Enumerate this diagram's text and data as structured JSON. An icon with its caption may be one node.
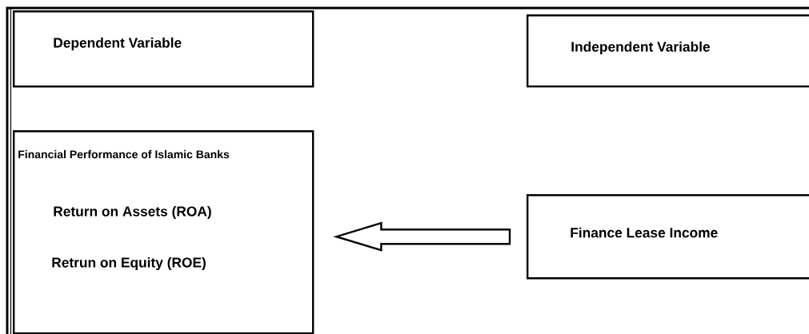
{
  "diagram": {
    "nodes": [
      {
        "text": [
          "Dependent Variable"
        ]
      },
      {
        "text": [
          "Independent Variable"
        ]
      },
      {
        "text": [
          "Financial Performance of Islamic Banks",
          "Return on Assets (ROA)",
          "Retrun on Equity (ROE)"
        ]
      },
      {
        "text": [
          "Finance Lease Income"
        ]
      }
    ],
    "edges": [
      {
        "from": 3,
        "to": 2,
        "arrow": "to"
      }
    ]
  }
}
